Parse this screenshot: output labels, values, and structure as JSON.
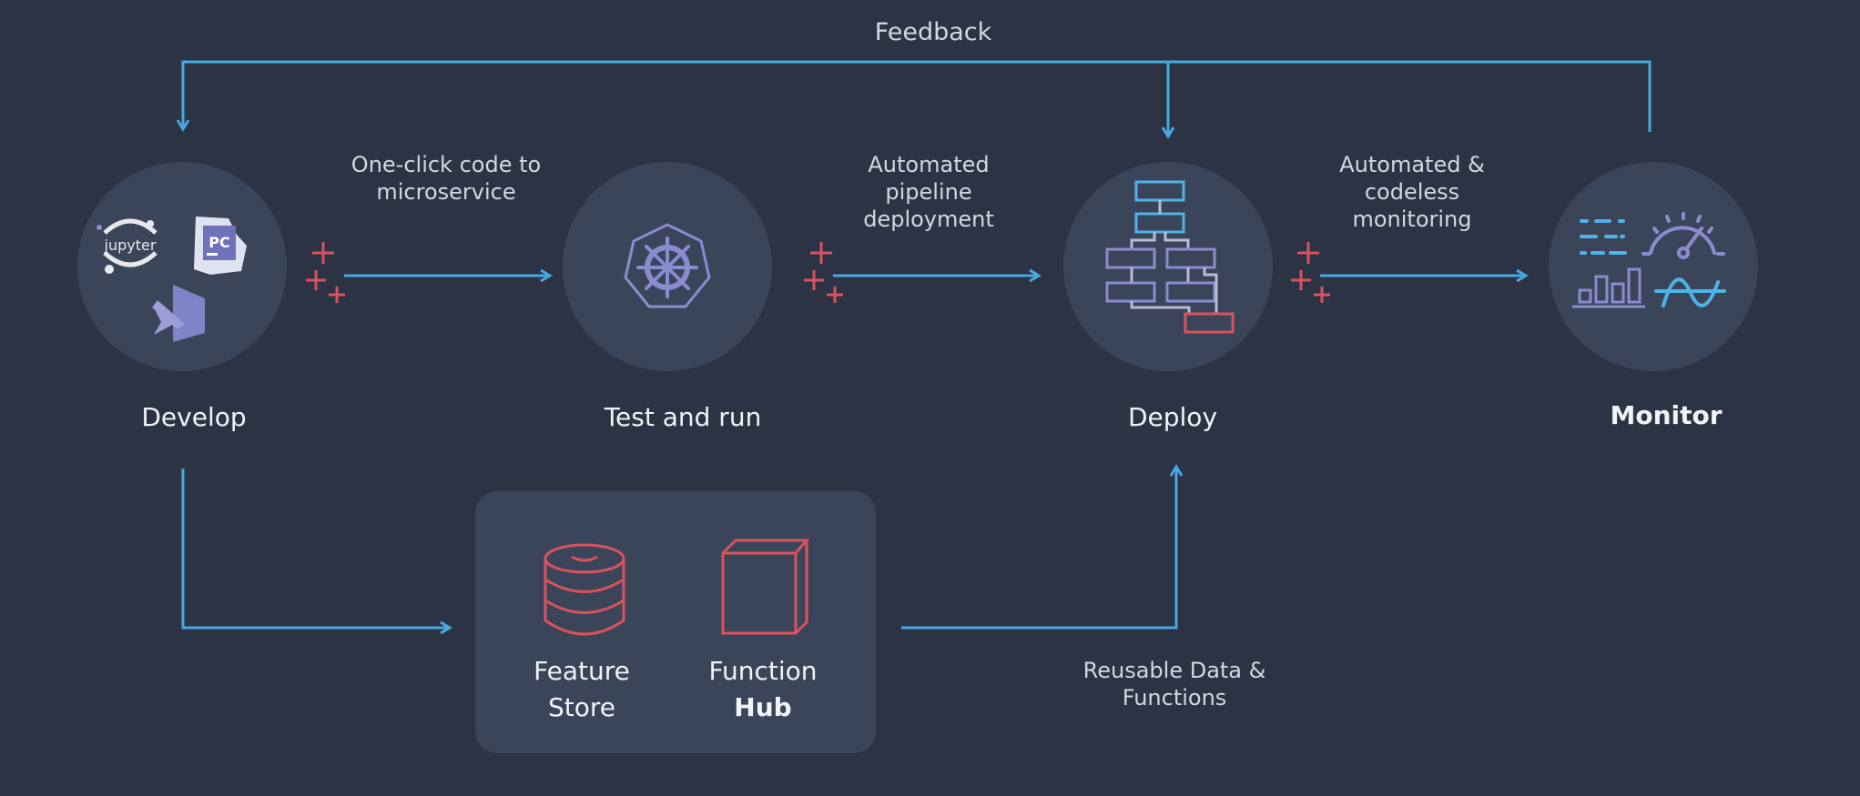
{
  "diagram": {
    "feedback_label": "Feedback",
    "stages": [
      {
        "id": "develop",
        "label": "Develop",
        "icons": [
          "jupyter-icon",
          "pycharm-icon",
          "vscode-icon"
        ]
      },
      {
        "id": "test-and-run",
        "label": "Test and run",
        "icons": [
          "kubernetes-icon"
        ]
      },
      {
        "id": "deploy",
        "label": "Deploy",
        "icons": [
          "pipeline-flowchart-icon"
        ]
      },
      {
        "id": "monitor",
        "label": "Monitor",
        "icons": [
          "log-lines-icon",
          "gauge-icon",
          "bar-chart-icon",
          "waveform-icon"
        ]
      }
    ],
    "edges": [
      {
        "from": "develop",
        "to": "test-and-run",
        "label": "One-click code to\nmicroservice"
      },
      {
        "from": "test-and-run",
        "to": "deploy",
        "label": "Automated\npipeline\ndeployment"
      },
      {
        "from": "deploy",
        "to": "monitor",
        "label": "Automated &\ncodeless\nmonitoring"
      },
      {
        "from": "monitor",
        "to": [
          "develop",
          "deploy"
        ],
        "label": "Feedback"
      },
      {
        "from": "develop",
        "to": "reusable-assets"
      },
      {
        "from": "reusable-assets",
        "to": "deploy",
        "label": "Reusable Data &\nFunctions"
      }
    ],
    "jupyter_text": "jupyter",
    "pycharm_text": "PC",
    "reusable_assets": {
      "feature_store": "Feature\nStore",
      "function_hub_line1": "Function",
      "function_hub_line2": "Hub"
    },
    "reusable_label": "Reusable Data &\nFunctions",
    "edge_labels": {
      "develop_to_test": "One-click code to\nmicroservice",
      "test_to_deploy": "Automated\npipeline\ndeployment",
      "deploy_to_monitor": "Automated &\ncodeless\nmonitoring"
    },
    "colors": {
      "background": "#2b3344",
      "node": "#3b4559",
      "arrow": "#4aa8e0",
      "accent_red": "#d9535f",
      "icon_purple": "#8a8cd0",
      "icon_blue": "#4fb3e8"
    }
  }
}
